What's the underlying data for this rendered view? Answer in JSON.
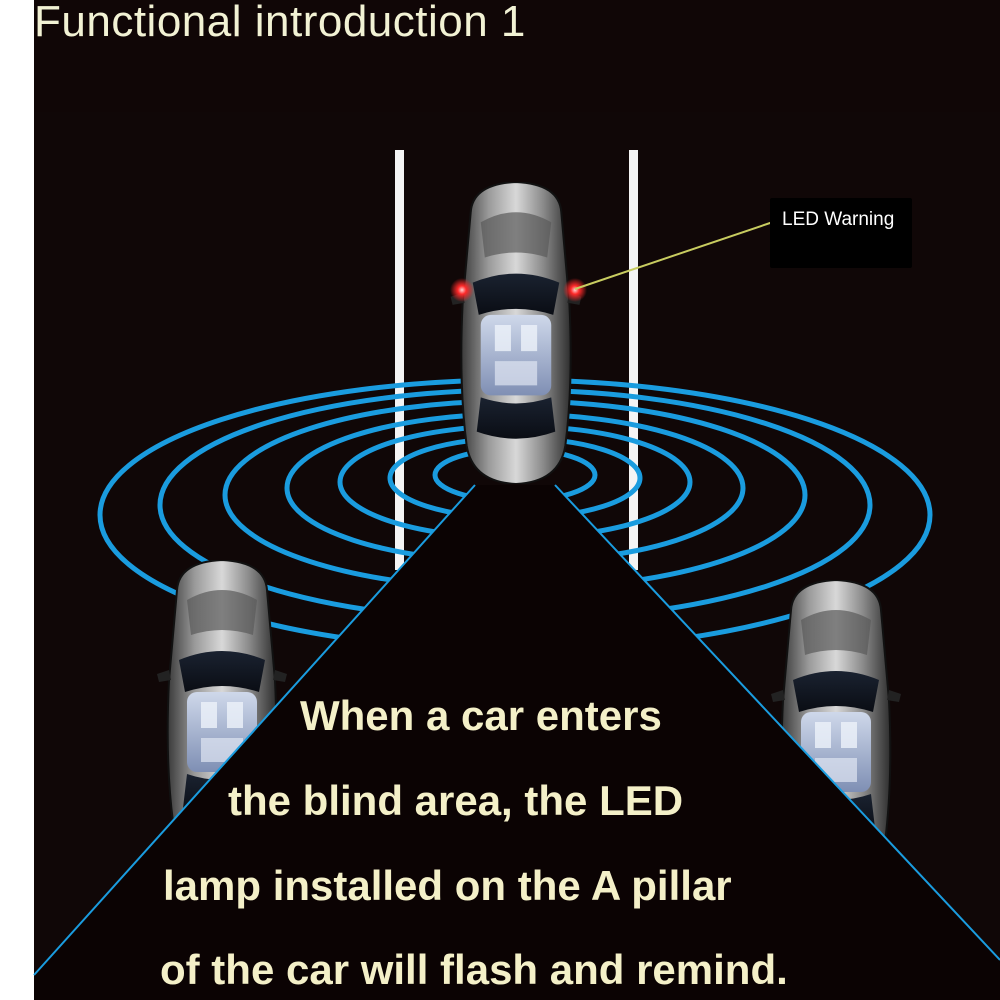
{
  "header": {
    "title": "Functional introduction 1"
  },
  "callout": {
    "label": "LED Warning"
  },
  "caption": {
    "lines": [
      "When a car enters",
      "the blind area, the LED",
      "lamp installed on the A pillar",
      "of the car will flash and remind."
    ]
  },
  "colors": {
    "background": "#100707",
    "sensor_rings": "#1a9cdf",
    "led": "#ff2a2a",
    "caption_text": "#f4f0c8",
    "callout_line": "#c8cc60"
  }
}
